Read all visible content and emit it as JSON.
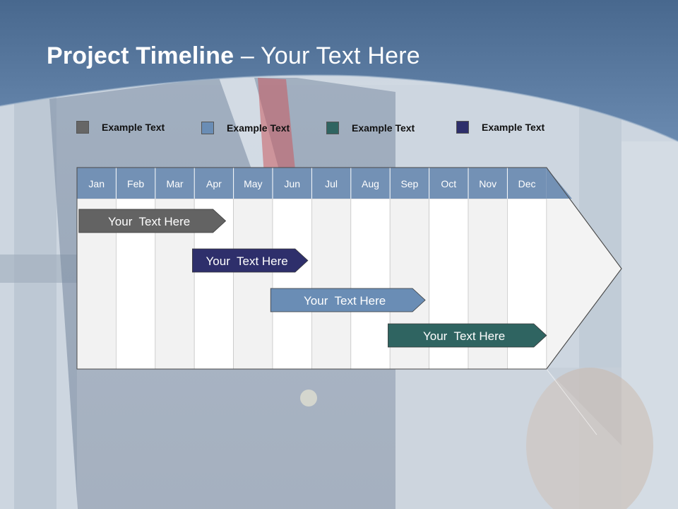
{
  "title": {
    "bold": "Project Timeline",
    "rest": " – Your Text Here"
  },
  "legend": [
    {
      "label": "Example Text",
      "color": "#666666"
    },
    {
      "label": "Example Text",
      "color": "#6a8db5"
    },
    {
      "label": "Example Text",
      "color": "#2f6461"
    },
    {
      "label": "Example Text",
      "color": "#2e2f6b"
    }
  ],
  "timeline": {
    "months": [
      "Jan",
      "Feb",
      "Mar",
      "Apr",
      "May",
      "Jun",
      "Jul",
      "Aug",
      "Sep",
      "Oct",
      "Nov",
      "Dec"
    ],
    "header_color": "#7391b5",
    "tasks": [
      {
        "label": "Your  Text Here",
        "start_month": 0.05,
        "end_month": 3.8,
        "color": "#636363"
      },
      {
        "label": "Your  Text Here",
        "start_month": 2.95,
        "end_month": 5.9,
        "color": "#2e2f6b"
      },
      {
        "label": "Your  Text Here",
        "start_month": 4.95,
        "end_month": 8.9,
        "color": "#6a8db5"
      },
      {
        "label": "Your  Text Here",
        "start_month": 7.95,
        "end_month": 12.0,
        "color": "#2f6461"
      }
    ]
  }
}
